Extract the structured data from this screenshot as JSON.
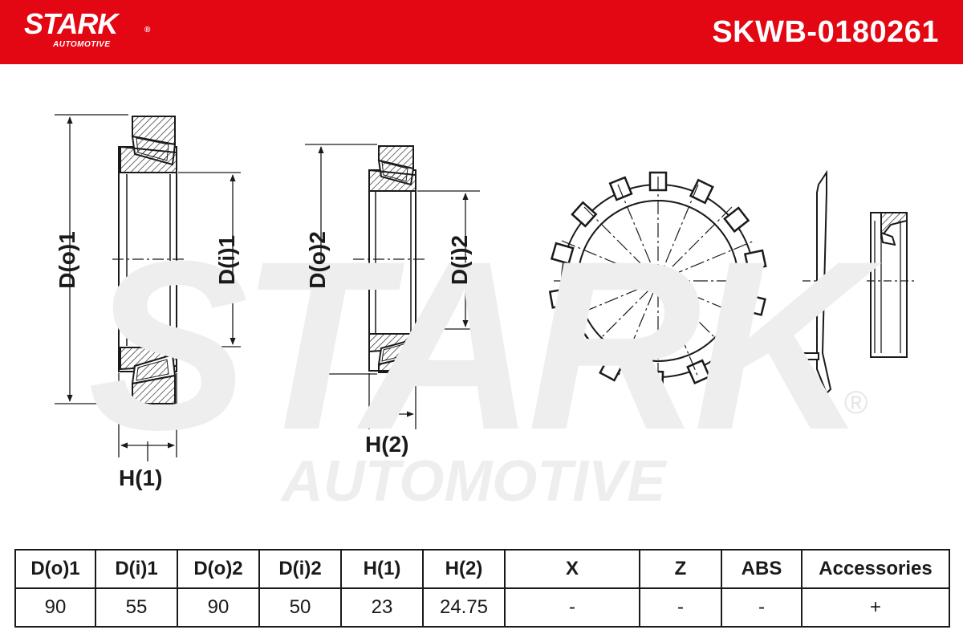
{
  "header": {
    "brand": "STARK",
    "brand_mark": "®",
    "brand_sub": "AUTOMOTIVE",
    "part_number": "SKWB-0180261"
  },
  "watermark": {
    "main": "STARK",
    "sub": "AUTOMOTIVE",
    "mark": "®"
  },
  "drawing": {
    "labels": {
      "do1": "D(o)1",
      "di1": "D(i)1",
      "do2": "D(o)2",
      "di2": "D(i)2",
      "h1": "H(1)",
      "h2": "H(2)"
    },
    "components": [
      "tapered-roller-bearing-1",
      "tapered-roller-bearing-2",
      "lock-washer",
      "lock-nut",
      "shaft-seal"
    ]
  },
  "specs": {
    "headers": [
      "D(o)1",
      "D(i)1",
      "D(o)2",
      "D(i)2",
      "H(1)",
      "H(2)",
      "X",
      "Z",
      "ABS",
      "Accessories"
    ],
    "values": [
      "90",
      "55",
      "90",
      "50",
      "23",
      "24.75",
      "-",
      "-",
      "-",
      "+"
    ]
  },
  "colors": {
    "brand_red": "#e30613",
    "line": "#1a1a1a",
    "watermark": "#eeeeee"
  }
}
